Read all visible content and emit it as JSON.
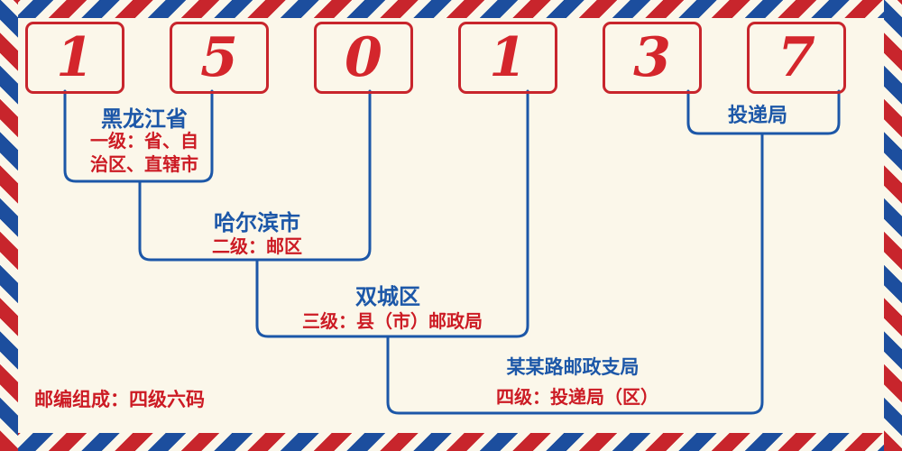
{
  "postal_code": {
    "digits": [
      "1",
      "5",
      "0",
      "1",
      "3",
      "7"
    ]
  },
  "labels": {
    "level1": {
      "name": "黑龙江省",
      "desc_line1": "一级：省、自",
      "desc_line2": "治区、直辖市"
    },
    "level2": {
      "name": "哈尔滨市",
      "desc": "二级：邮区"
    },
    "level3": {
      "name": "双城区",
      "desc": "三级：县（市）邮政局"
    },
    "level4": {
      "name": "某某路邮政支局",
      "desc": "四级：投递局（区）"
    },
    "delivery": {
      "name": "投递局"
    }
  },
  "footer": {
    "composition": "邮编组成：四级六码"
  },
  "colors": {
    "stripe_red": "#c8252c",
    "stripe_blue": "#1c4e9e",
    "digit_red": "#d4262c",
    "label_blue": "#1c57a8",
    "label_red": "#cc1b24",
    "background": "#fbf7ea"
  }
}
